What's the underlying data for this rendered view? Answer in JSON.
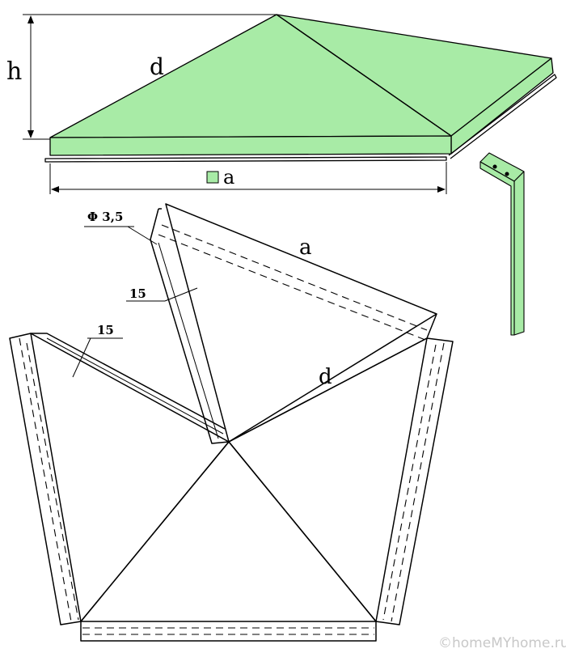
{
  "labels": {
    "height": "h",
    "slant_edge_3d": "d",
    "base_side_3d": "a",
    "hole": "Φ 3,5",
    "flange_width_1": "15",
    "flange_width_2": "15",
    "base_side_net": "a",
    "slant_edge_net": "d"
  },
  "watermark": "©homeMYhome.ru",
  "colors": {
    "roof_fill": "#a8eba6",
    "line": "#000000"
  }
}
